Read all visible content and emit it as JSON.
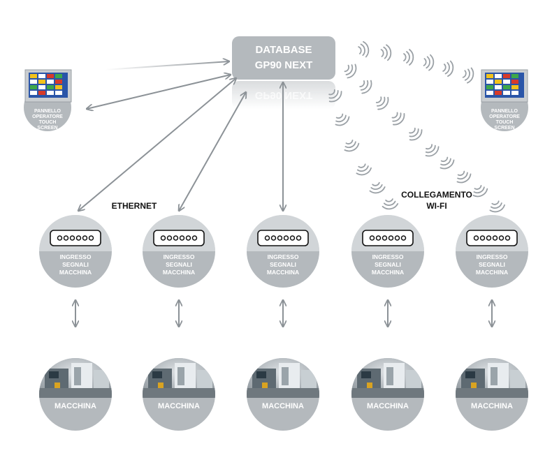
{
  "database": {
    "line1": "DATABASE",
    "line2": "GP90 NEXT"
  },
  "panel": {
    "lines": [
      "PANNELLO",
      "OPERATORE",
      "TOUCH",
      "SCREEN"
    ]
  },
  "labels": {
    "ethernet": "ETHERNET",
    "wifi_line1": "COLLEGAMENTO",
    "wifi_line2": "WI-FI"
  },
  "module": {
    "lines": [
      "INGRESSO",
      "SEGNALI",
      "MACCHINA"
    ]
  },
  "machine": {
    "label": "MACCHINA"
  },
  "colors": {
    "gray": "#b4b9bd",
    "arrow": "#8c9297",
    "text_dark": "#111111",
    "text_light": "#ffffff"
  }
}
